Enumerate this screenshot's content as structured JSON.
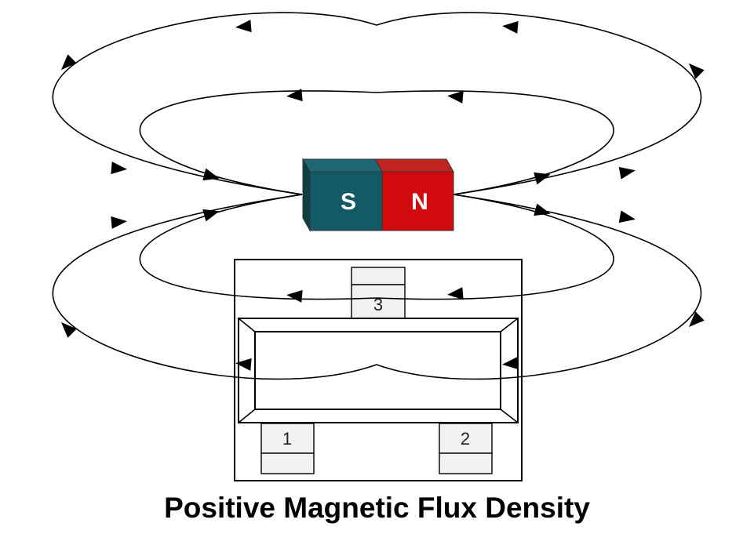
{
  "caption": "Positive Magnetic Flux Density",
  "magnet": {
    "south_label": "S",
    "north_label": "N",
    "south_color": "#135966",
    "north_color": "#d00a0d"
  },
  "sensor": {
    "pins": [
      {
        "label": "1"
      },
      {
        "label": "2"
      },
      {
        "label": "3"
      }
    ]
  },
  "field": {
    "direction": "north-to-south",
    "line_color": "#000000"
  }
}
